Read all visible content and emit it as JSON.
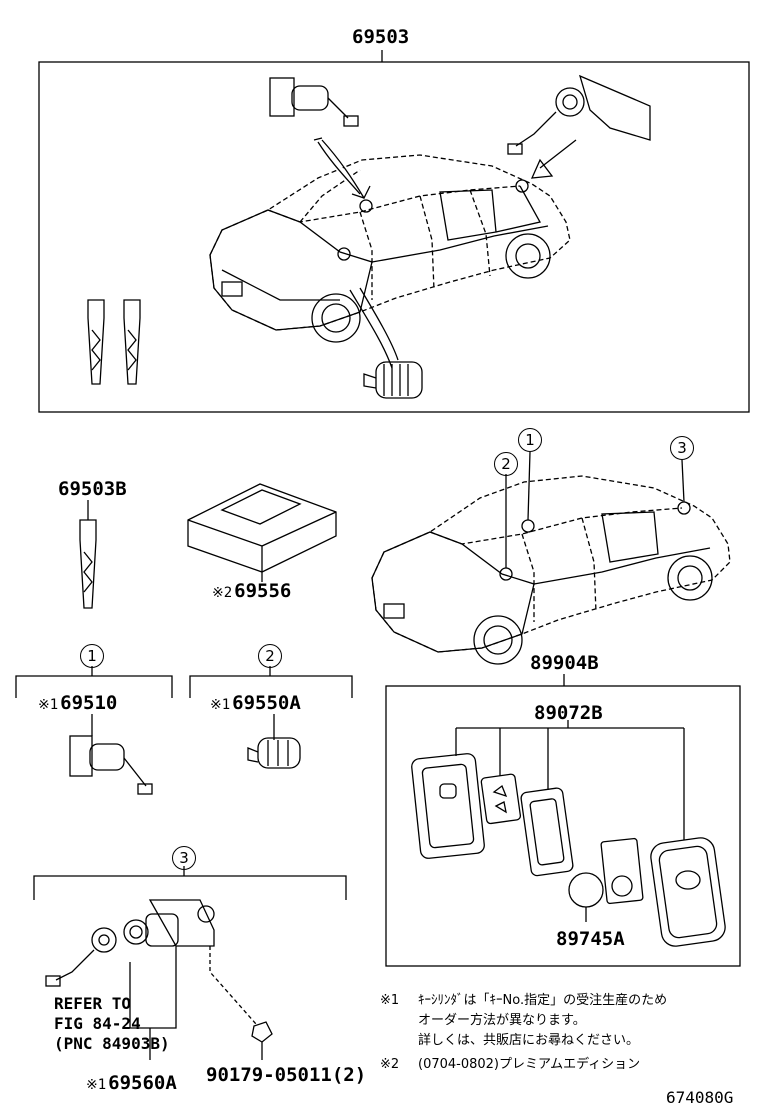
{
  "labels": {
    "top_assembly": "69503",
    "key_plate": "69503B",
    "key_box": "69556",
    "door_cyl": "69510",
    "ign_cyl": "69550A",
    "trunk_cyl": "69560A",
    "screw": "90179-05011(2)",
    "smart_set": "89904B",
    "transmitter": "89072B",
    "battery": "89745A",
    "figure_code": "674080G"
  },
  "marks": {
    "m1": "※1",
    "m2": "※2"
  },
  "circles": {
    "c1": "1",
    "c2": "2",
    "c3": "3"
  },
  "refer": {
    "line1": "REFER TO",
    "line2": "FIG 84-24",
    "line3": "(PNC 84903B)"
  },
  "notes": {
    "n1_mark": "※1",
    "n1_line1": "ｷｰｼﾘﾝﾀﾞは「ｷｰNo.指定」の受注生産のため",
    "n1_line2": "オーダー方法が異なります。",
    "n1_line3": "詳しくは、共販店にお尋ねください。",
    "n2_mark": "※2",
    "n2_line1": "(0704-0802)プレミアムエディション"
  }
}
